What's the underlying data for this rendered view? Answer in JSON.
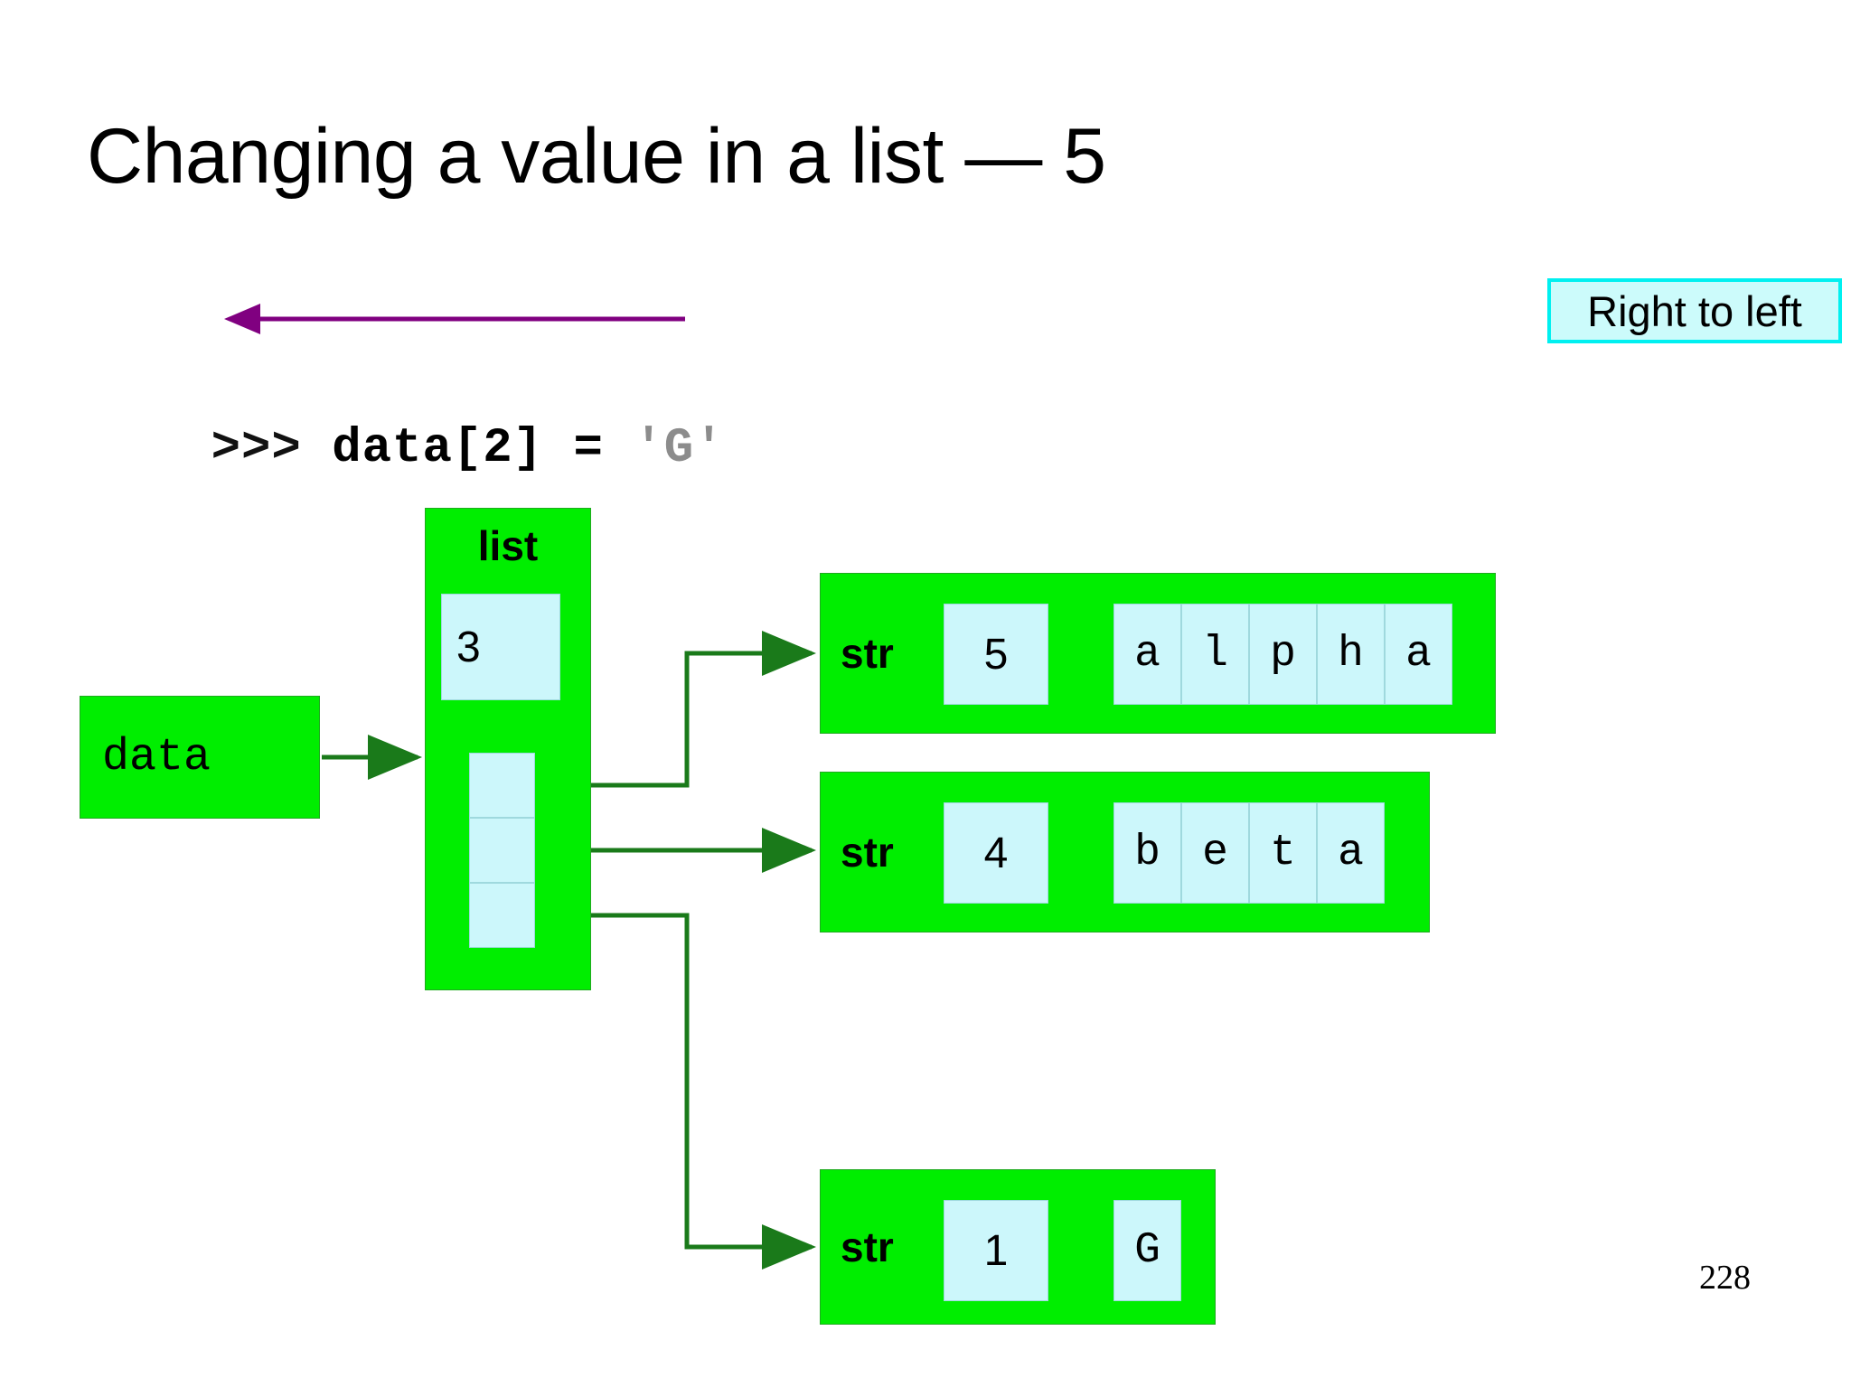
{
  "slide": {
    "title": "Changing a value in a list — 5",
    "page_number": "228",
    "background": "#ffffff"
  },
  "callout": {
    "label": "Right to left",
    "border_color": "#00f0f0",
    "fill_color": "#ccfbfb"
  },
  "direction_arrow": {
    "name": "right-to-left-arrow",
    "color": "#800080",
    "direction": "left"
  },
  "code": {
    "prompt": ">>> ",
    "expression": "data[2] = ",
    "string_literal": "'G'",
    "full_line": ">>> data[2] = 'G'",
    "literal_color": "#8c8c8c"
  },
  "colors": {
    "object_fill": "#00ee00",
    "cell_fill": "#ccf7fb",
    "connector": "#1a7a1a",
    "text": "#000000"
  },
  "variable": {
    "name": "data"
  },
  "list_object": {
    "type_label": "list",
    "refcount": "3",
    "slots": [
      {
        "name": "slot-0",
        "value": ""
      },
      {
        "name": "slot-1",
        "value": ""
      },
      {
        "name": "slot-2",
        "value": ""
      }
    ]
  },
  "str_objects": [
    {
      "type_label": "str",
      "refcount": "5",
      "characters": [
        "a",
        "l",
        "p",
        "h",
        "a"
      ],
      "text": "alpha"
    },
    {
      "type_label": "str",
      "refcount": "4",
      "characters": [
        "b",
        "e",
        "t",
        "a"
      ],
      "text": "beta"
    },
    {
      "type_label": "str",
      "refcount": "1",
      "characters": [
        "G"
      ],
      "text": "G"
    }
  ]
}
